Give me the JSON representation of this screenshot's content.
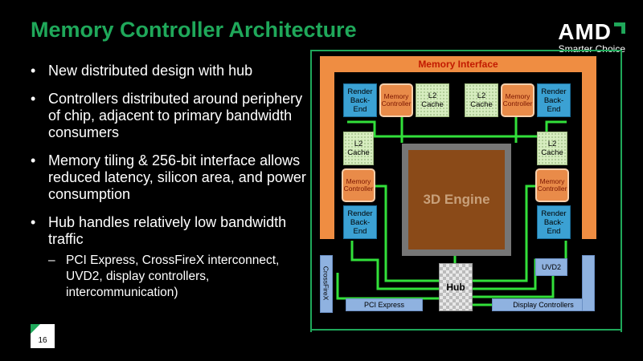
{
  "slide": {
    "title": "Memory Controller Architecture",
    "logo": {
      "brand": "AMD",
      "tagline": "Smarter Choice"
    },
    "page_number": "16",
    "bullets": [
      "New distributed design with hub",
      "Controllers distributed around periphery of chip, adjacent to primary bandwidth consumers",
      "Memory tiling & 256-bit interface allows reduced latency, silicon area, and power consumption",
      "Hub handles relatively low bandwidth traffic"
    ],
    "sub_bullets": [
      "PCI Express, CrossFireX interconnect, UVD2, display controllers, intercommunication)"
    ]
  },
  "diagram": {
    "memory_interface": "Memory Interface",
    "engine": "3D Engine",
    "hub": "Hub",
    "render_backend": "Render Back-End",
    "memory_controller": "Memory Controller",
    "l2_cache": "L2 Cache",
    "crossfirex": "CrossFireX",
    "pci_express": "PCI Express",
    "display_controllers": "Display Controllers",
    "uvd2": "UVD2"
  },
  "colors": {
    "accent_green": "#1fa85a",
    "memory_interface": "#ef8d42",
    "render_backend": "#3ba1d3",
    "memory_controller": "#e98b49",
    "l2_cache": "#d7edc0",
    "engine": "#8a4a18",
    "io_bar": "#8fb2e0",
    "link": "#32e03a"
  }
}
